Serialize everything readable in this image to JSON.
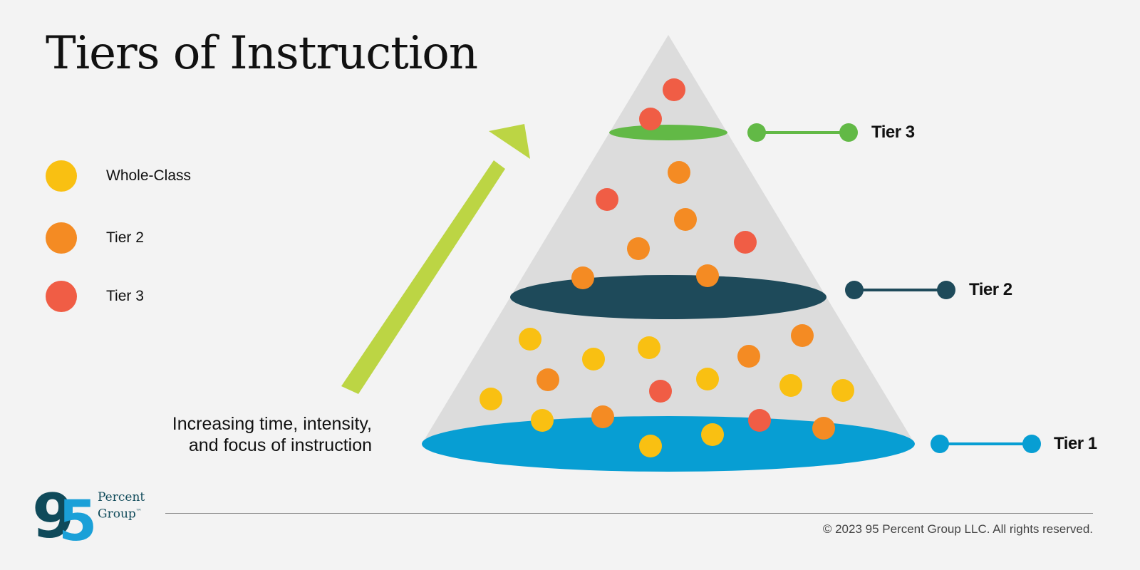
{
  "title": "Tiers of Instruction",
  "legend": [
    {
      "label": "Whole-Class",
      "color": "#f9c012"
    },
    {
      "label": "Tier 2",
      "color": "#f48b23"
    },
    {
      "label": "Tier 3",
      "color": "#f05d45"
    }
  ],
  "tiers": {
    "tier3": {
      "label": "Tier 3",
      "color": "#62b946"
    },
    "tier2": {
      "label": "Tier 2",
      "color": "#1e4a5a"
    },
    "tier1": {
      "label": "Tier 1",
      "color": "#079ed3"
    }
  },
  "arrow": {
    "color": "#bcd544"
  },
  "caption": {
    "line1": "Increasing time, intensity,",
    "line2": "and focus of instruction"
  },
  "logo": {
    "word1": "Percent",
    "word2": "Group",
    "tm": "™",
    "numeral": "95"
  },
  "copyright": "© 2023 95 Percent Group LLC. All rights reserved."
}
